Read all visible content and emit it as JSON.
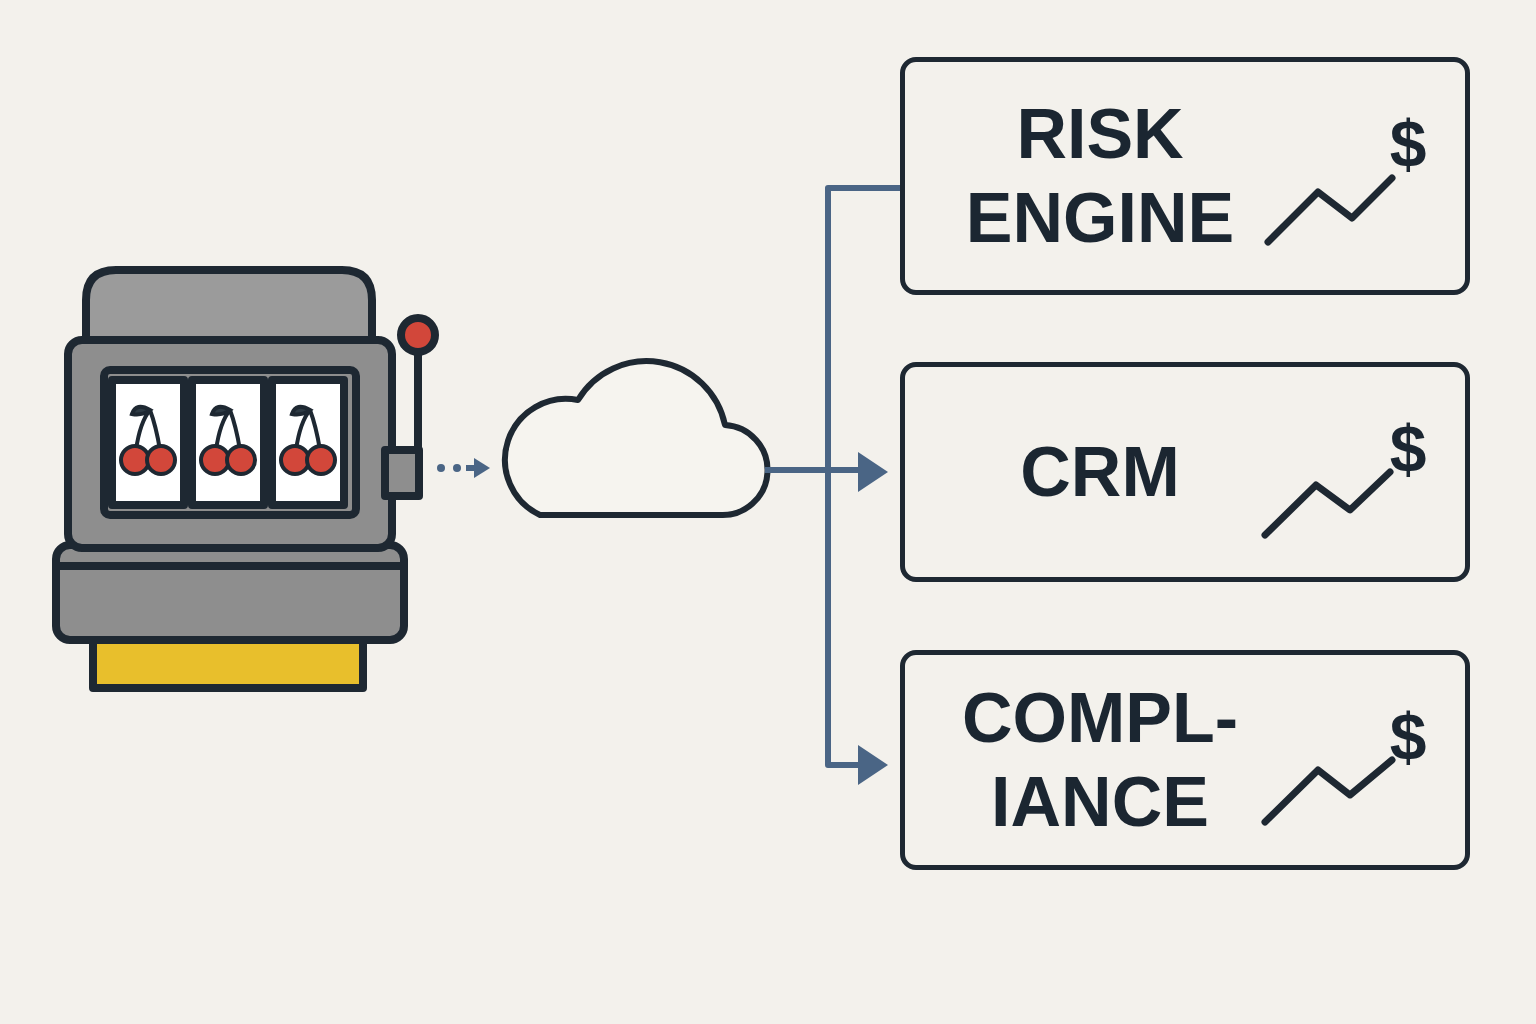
{
  "diagram": {
    "nodes": [
      {
        "text": [
          "RISK ENGINE",
          "$"
        ]
      },
      {
        "text": [
          "CRM",
          "$"
        ]
      },
      {
        "text": [
          "COMPL- IANCE",
          "$"
        ]
      }
    ]
  }
}
